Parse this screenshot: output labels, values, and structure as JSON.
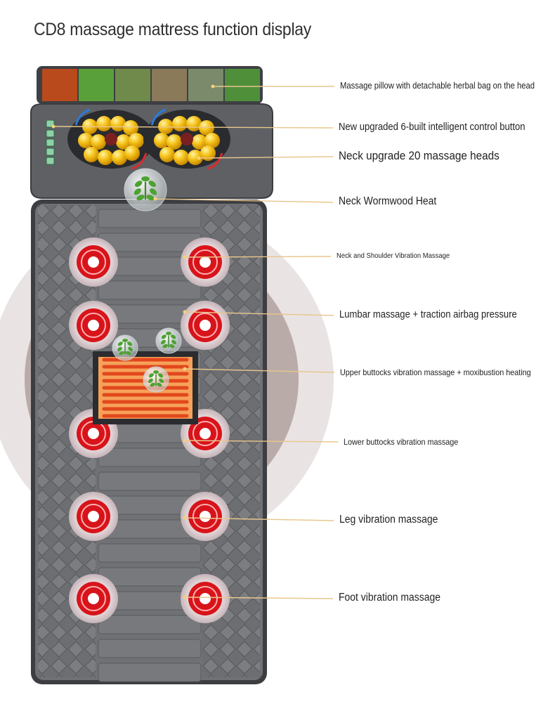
{
  "page": {
    "title": "CD8 massage mattress function display"
  },
  "colors": {
    "mat": "#6f7175",
    "mat_dark": "#4a4b4f",
    "pillow": "#5e6064",
    "node_red": "#d8141b",
    "node_ring": "#ecd8dc",
    "heater": "#e2471c",
    "heater_bg": "#f6a15a",
    "leader": "#e9c68d",
    "backdrop": "#e9e4e3",
    "backdrop_inner": "#b9aba8"
  },
  "icons": [
    "herb-icon",
    "control-button-icon",
    "massage-head-icon",
    "vibration-node-icon",
    "heating-coil-icon"
  ],
  "callouts": [
    {
      "id": "pillow",
      "text": "Massage pillow with detachable herbal bag on the head"
    },
    {
      "id": "control",
      "text": "New upgraded 6-built intelligent control button"
    },
    {
      "id": "neck-heads",
      "text": "Neck upgrade 20 massage heads"
    },
    {
      "id": "wormwood",
      "text": "Neck Wormwood Heat"
    },
    {
      "id": "shoulder",
      "text": "Neck and Shoulder Vibration Massage"
    },
    {
      "id": "lumbar",
      "text": "Lumbar massage + traction airbag pressure"
    },
    {
      "id": "upper-buttocks",
      "text": "Upper buttocks vibration massage + moxibustion heating"
    },
    {
      "id": "lower-buttocks",
      "text": "Lower buttocks vibration massage"
    },
    {
      "id": "leg",
      "text": "Leg vibration massage"
    },
    {
      "id": "foot",
      "text": "Foot vibration massage"
    }
  ]
}
